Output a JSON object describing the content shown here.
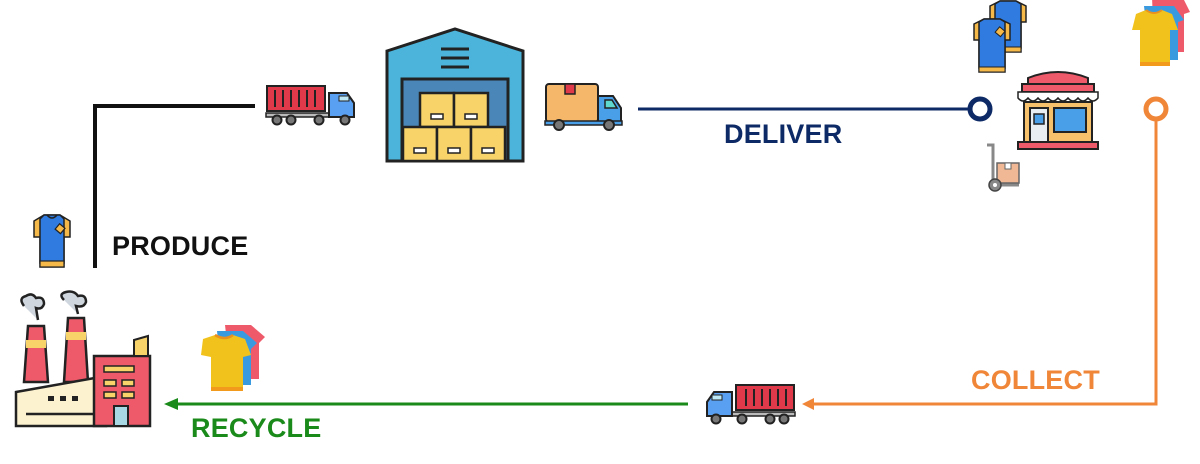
{
  "diagram": {
    "title": "Clothing supply chain circular flow",
    "stages": [
      {
        "id": "produce",
        "label": "PRODUCE",
        "color": "#111111"
      },
      {
        "id": "deliver",
        "label": "DELIVER",
        "color": "#0d2a66"
      },
      {
        "id": "collect",
        "label": "COLLECT",
        "color": "#f08638"
      },
      {
        "id": "recycle",
        "label": "RECYCLE",
        "color": "#1a8a1a"
      }
    ],
    "icons": [
      "factory-icon",
      "blue-shirt-icon",
      "container-truck-icon",
      "warehouse-icon",
      "delivery-truck-icon",
      "stacked-blue-shirts-icon",
      "store-icon",
      "hand-truck-icon",
      "colorful-tshirts-icon",
      "container-truck-reverse-icon",
      "colorful-tshirts-pile-icon"
    ],
    "flow": [
      "factory",
      "warehouse",
      "store",
      "customer",
      "factory"
    ]
  }
}
